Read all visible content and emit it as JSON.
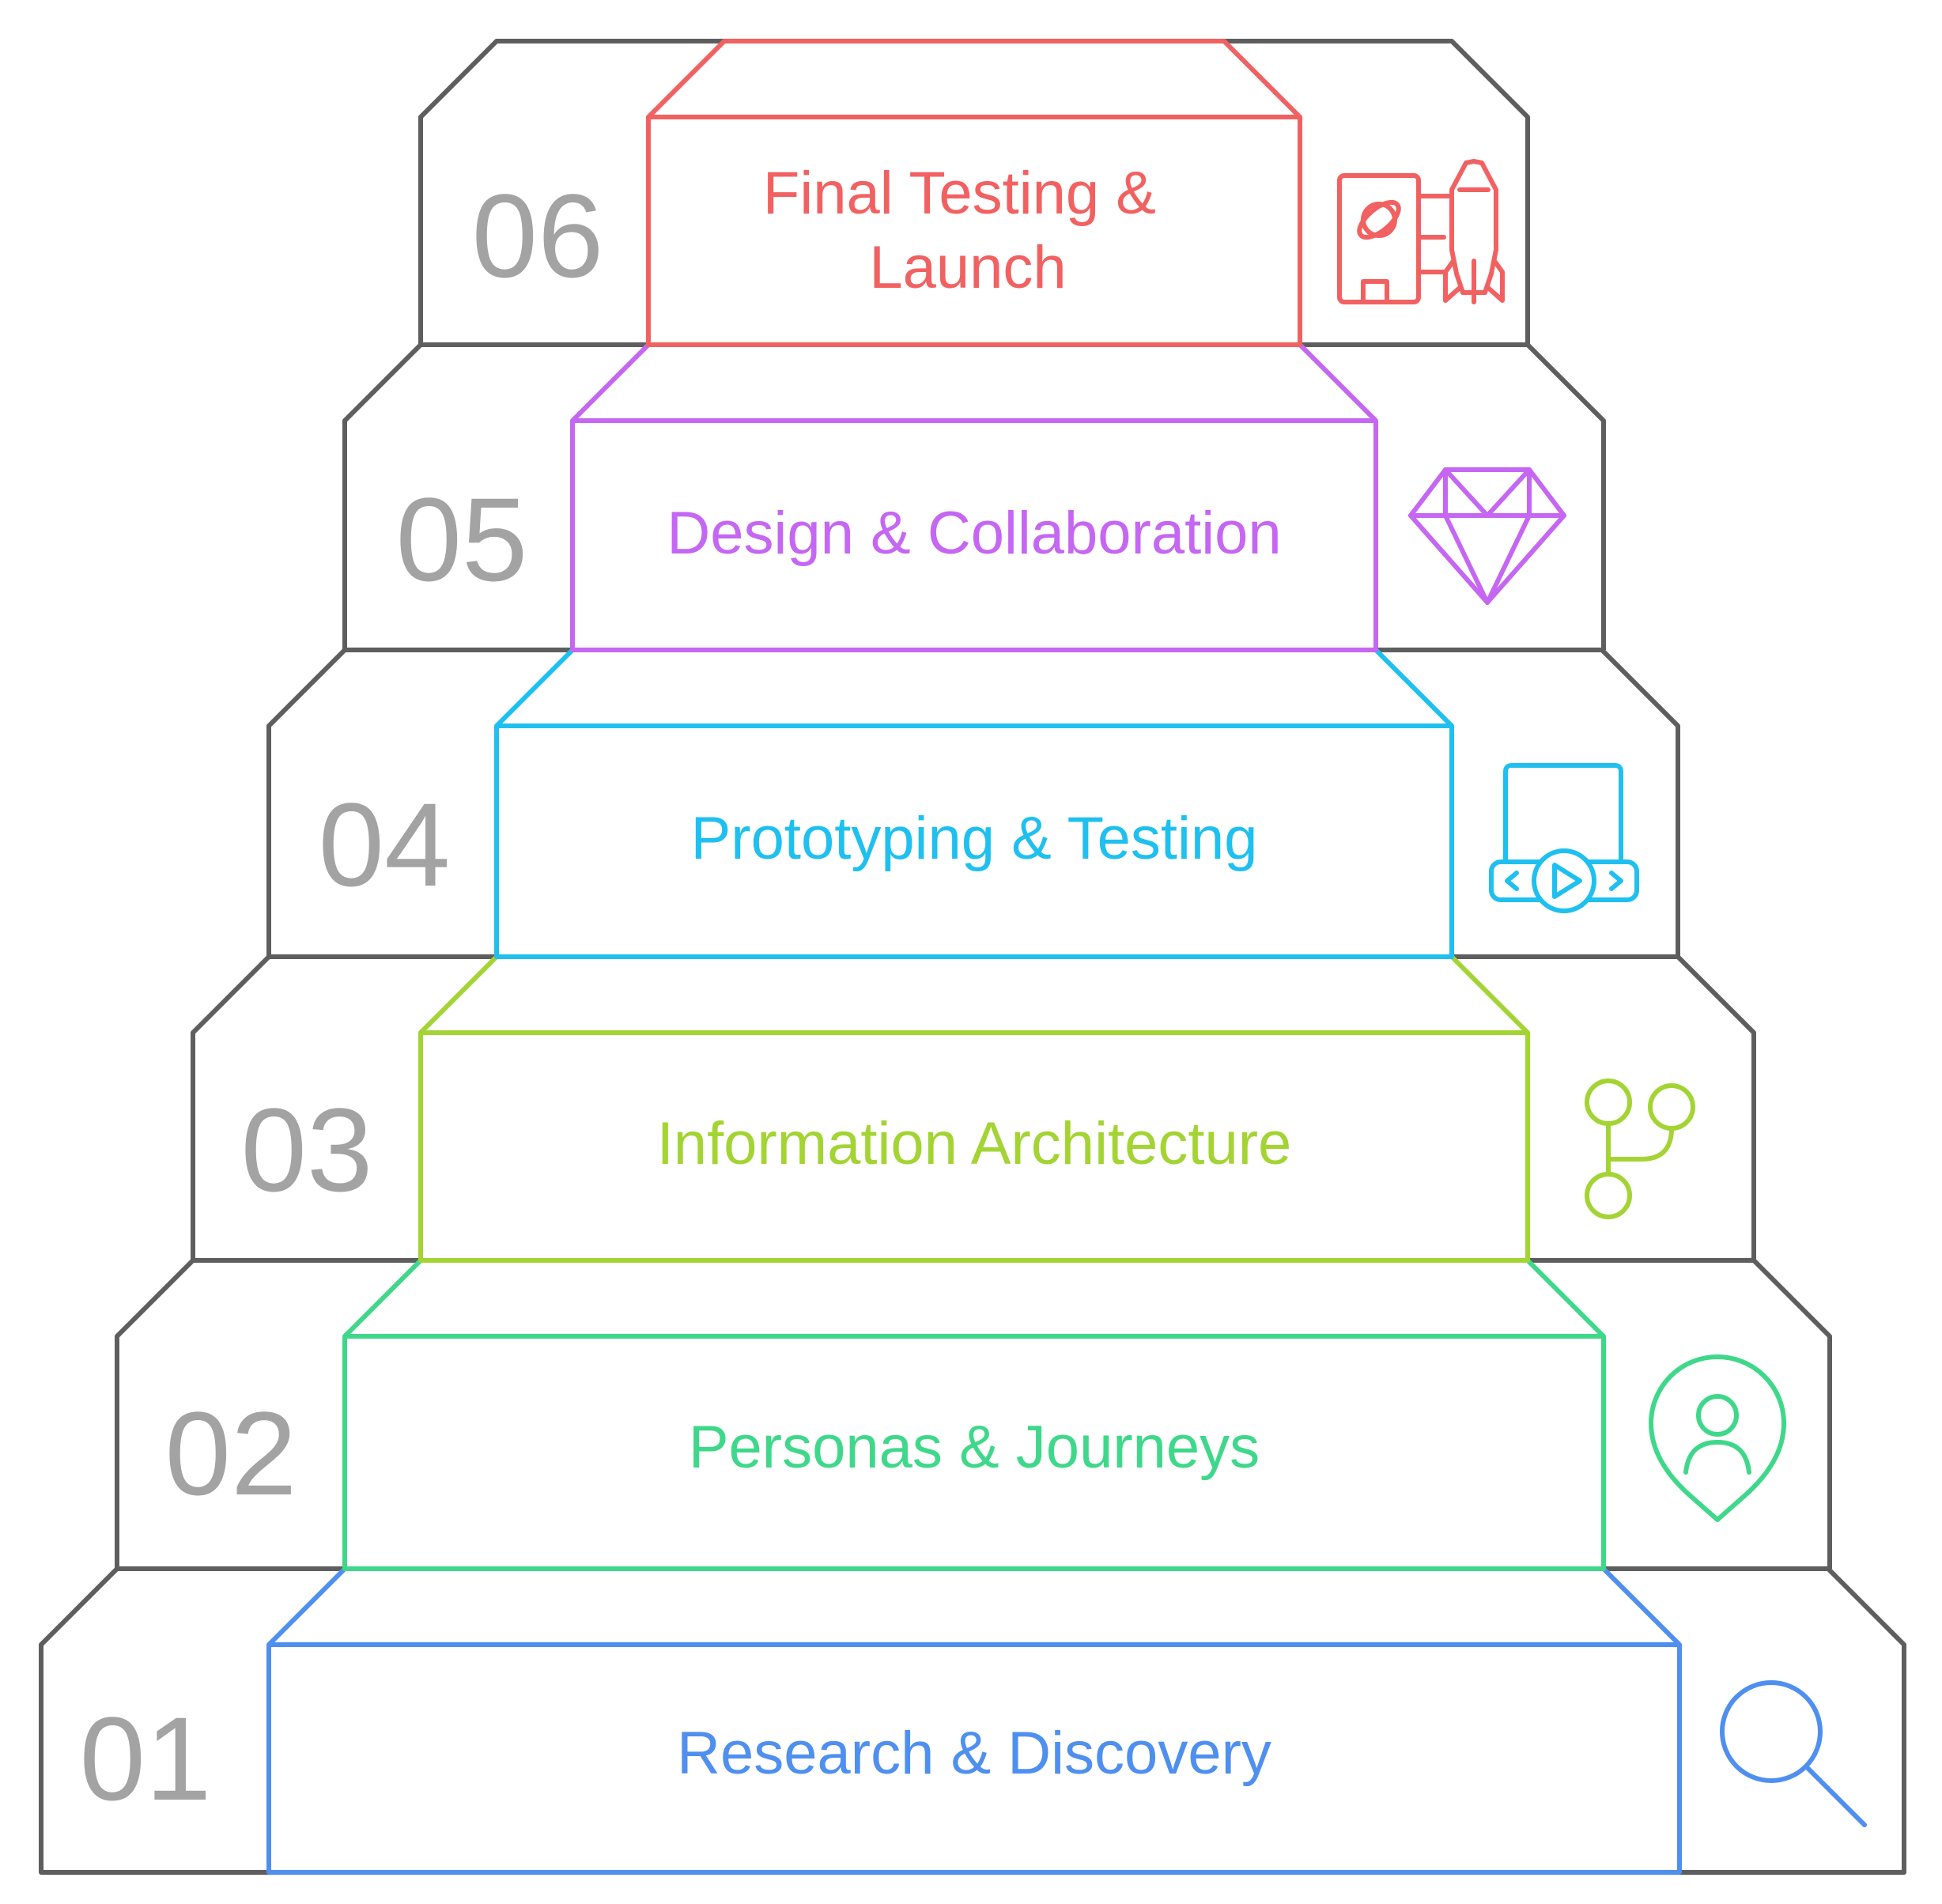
{
  "steps": [
    {
      "number": "01",
      "label": "Research & Discovery",
      "color": "#4f8fef",
      "icon": "search-icon"
    },
    {
      "number": "02",
      "label": "Personas & Journeys",
      "color": "#3fd88a",
      "icon": "user-pin-icon"
    },
    {
      "number": "03",
      "label": "Information  Architecture",
      "color": "#a3d434",
      "icon": "git-branch-icon"
    },
    {
      "number": "04",
      "label": "Prototyping & Testing",
      "color": "#1fc0ef",
      "icon": "video-player-icon"
    },
    {
      "number": "05",
      "label": "Design & Collaboration",
      "color": "#c567f2",
      "icon": "diamond-icon"
    },
    {
      "number": "06",
      "label": "Final Testing & Launch",
      "label_lines": [
        "Final Testing &",
        "Launch"
      ],
      "color": "#f26161",
      "icon": "rocket-launch-icon"
    }
  ]
}
